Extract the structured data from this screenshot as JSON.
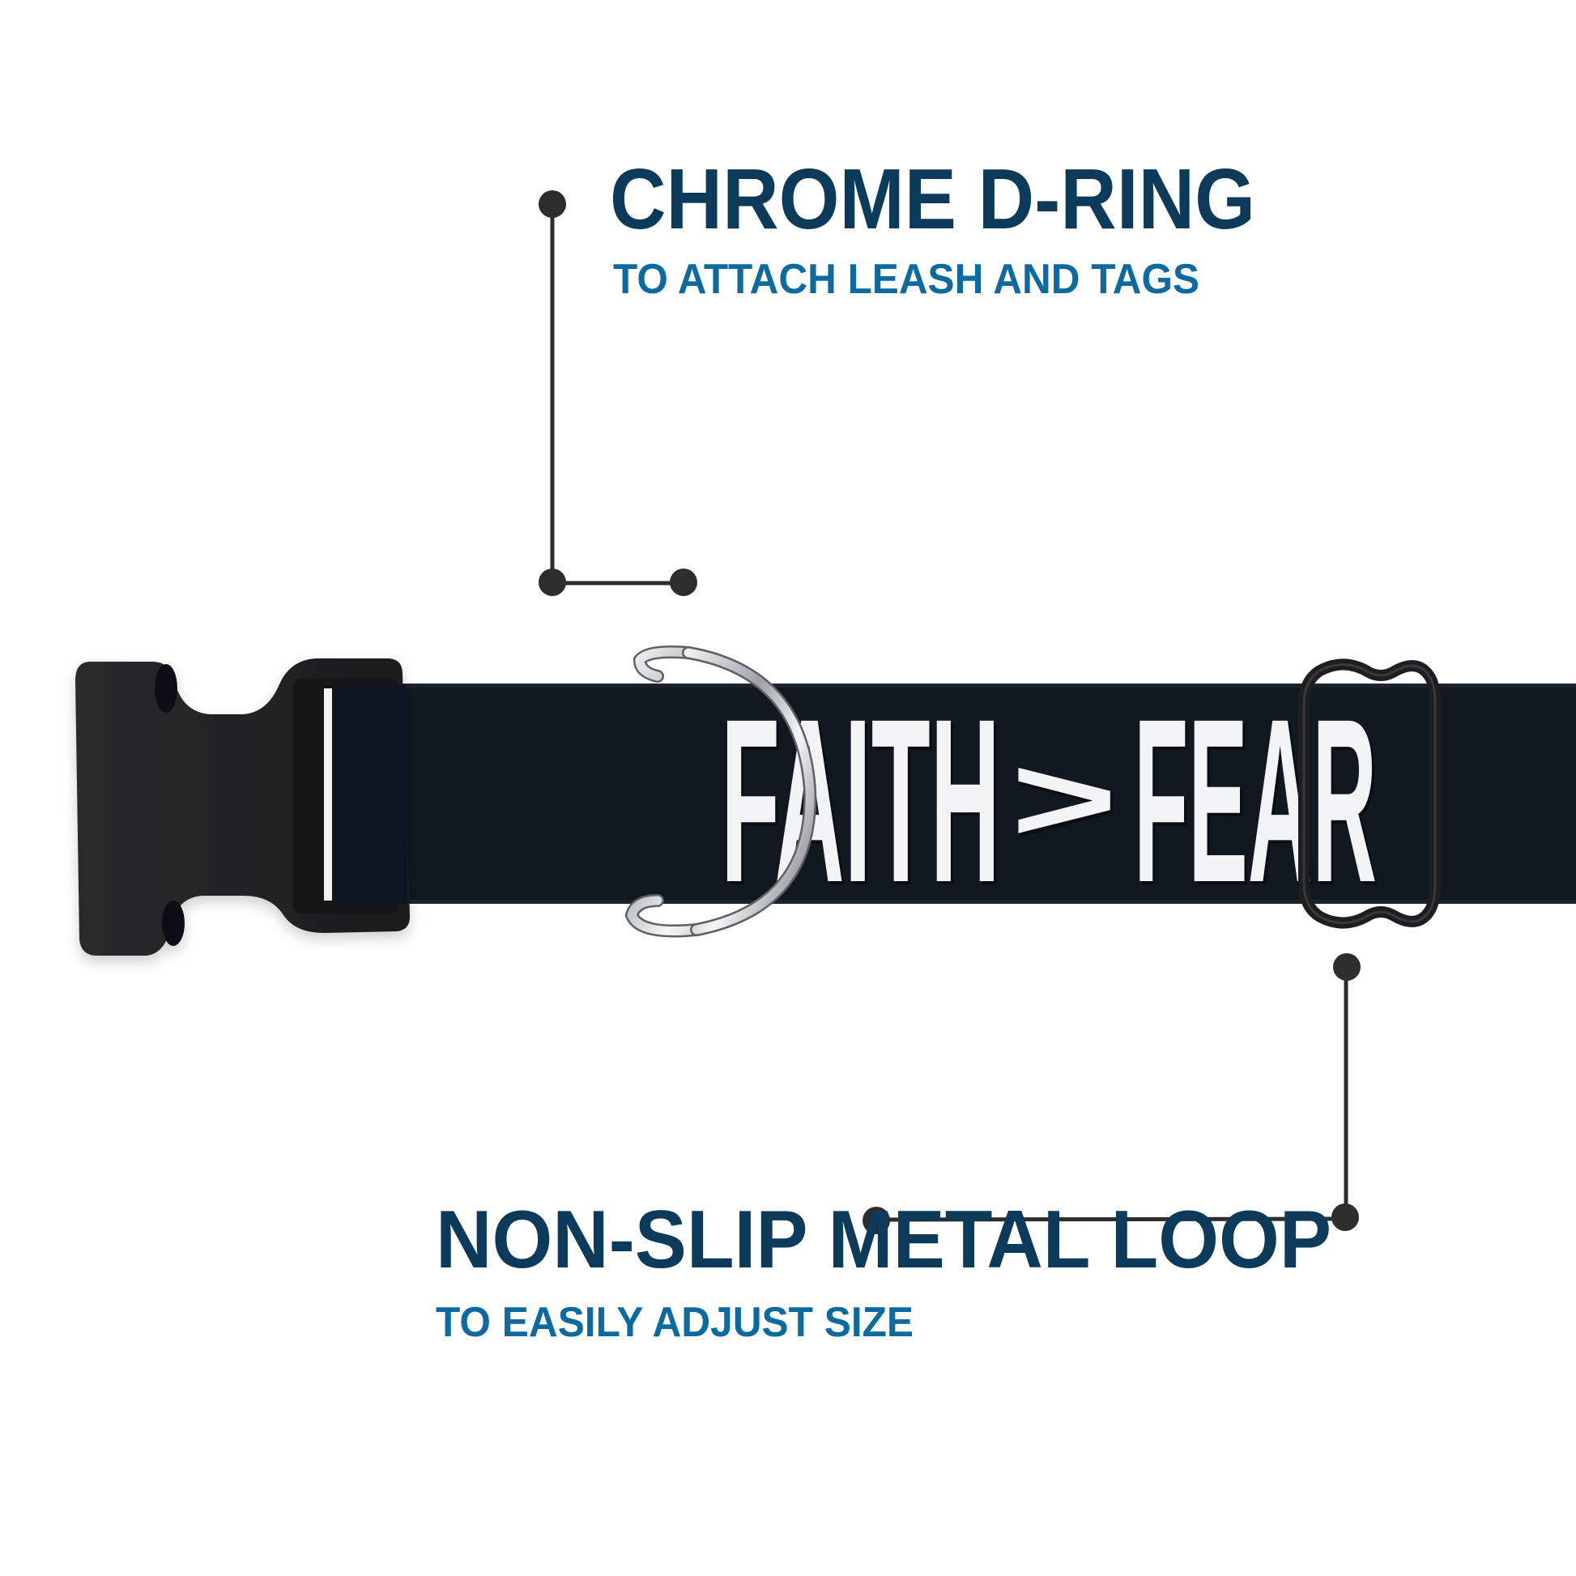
{
  "colors": {
    "background": "#ffffff",
    "title": "#0b3a5a",
    "subtitle": "#0d6aa1",
    "connector": "#2d2d2d",
    "strap": "#111820",
    "buckle": "#1f1f21",
    "strap_text": "#f1f3f5",
    "d_ring": "#b9bcc0",
    "loop": "#222224"
  },
  "callouts": [
    {
      "id": "d-ring",
      "title": "CHROME D-RING",
      "subtitle": "TO ATTACH LEASH AND TAGS"
    },
    {
      "id": "metal-loop",
      "title": "NON-SLIP METAL LOOP",
      "subtitle": "TO EASILY ADJUST SIZE"
    }
  ],
  "product": {
    "strap_text": {
      "word1": "FAITH",
      "symbol": ">",
      "word2": "FEAR"
    },
    "parts": [
      "side-release buckle",
      "strap",
      "chrome d-ring",
      "metal loop"
    ]
  }
}
